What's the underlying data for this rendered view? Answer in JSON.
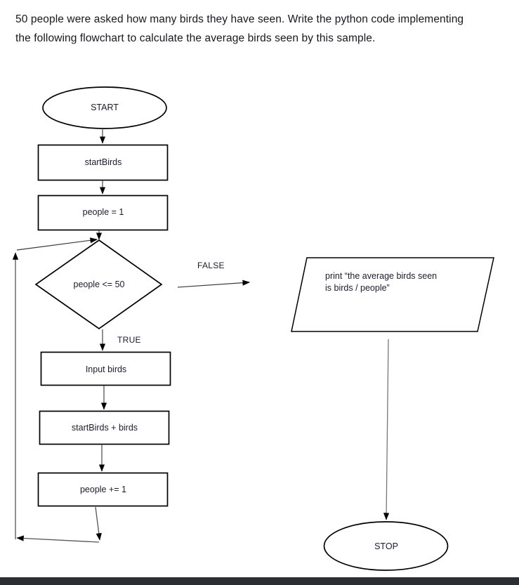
{
  "document": {
    "prompt": "50 people were asked how many birds they have seen. Write the python code implementing the following flowchart to calculate the average birds seen by this sample."
  },
  "flowchart": {
    "title": "Average birds seen flowchart",
    "stroke_color": "#000000",
    "fill_color": "#ffffff",
    "text_color": "#1b1b2c",
    "nodes": [
      {
        "id": "start",
        "shape": "ellipse",
        "label": "START"
      },
      {
        "id": "start-birds",
        "shape": "rectangle",
        "label": "startBirds"
      },
      {
        "id": "people-init",
        "shape": "rectangle",
        "label": "people = 1"
      },
      {
        "id": "condition",
        "shape": "diamond",
        "label": "people <= 50"
      },
      {
        "id": "print-output",
        "shape": "parallelogram",
        "label": "print “the average birds seen\nis birds / people”"
      },
      {
        "id": "input-birds",
        "shape": "rectangle",
        "label": "Input birds"
      },
      {
        "id": "accumulate",
        "shape": "rectangle",
        "label": "startBirds + birds"
      },
      {
        "id": "increment",
        "shape": "rectangle",
        "label": "people += 1"
      },
      {
        "id": "stop",
        "shape": "ellipse",
        "label": "STOP"
      }
    ],
    "branch_labels": {
      "false": "FALSE",
      "true": "TRUE"
    }
  }
}
